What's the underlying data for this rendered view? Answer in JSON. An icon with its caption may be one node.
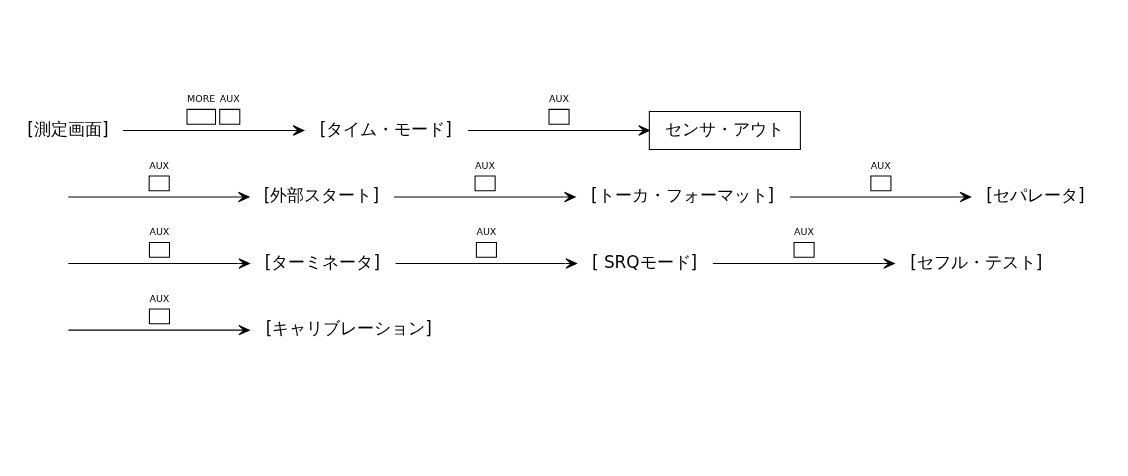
{
  "diagram": {
    "nodes": [
      {
        "text": [
          "[測定画面]"
        ]
      },
      {
        "text": [
          "[タイム・モード]"
        ]
      },
      {
        "text": [
          "センサ・アウト"
        ]
      },
      {
        "text": [
          "[外部スタート]"
        ]
      },
      {
        "text": [
          "[トーカ・フォーマット]"
        ]
      },
      {
        "text": [
          "[セパレータ]"
        ]
      },
      {
        "text": [
          "[ターミネータ]"
        ]
      },
      {
        "text": [
          "[ SRQモード]"
        ]
      },
      {
        "text": [
          "[セフル・テスト]"
        ]
      },
      {
        "text": [
          "[キャリブレーション]"
        ]
      }
    ],
    "edges": [
      {
        "from": 0,
        "to": 1,
        "arrow": "to",
        "label": "MORE AUX"
      },
      {
        "from": 1,
        "to": 2,
        "arrow": "to",
        "label": "AUX"
      },
      {
        "from": null,
        "to": 3,
        "arrow": "to",
        "label": "AUX"
      },
      {
        "from": 3,
        "to": 4,
        "arrow": "to",
        "label": "AUX"
      },
      {
        "from": 4,
        "to": 5,
        "arrow": "to",
        "label": "AUX"
      },
      {
        "from": null,
        "to": 6,
        "arrow": "to",
        "label": "AUX"
      },
      {
        "from": 6,
        "to": 7,
        "arrow": "to",
        "label": "AUX"
      },
      {
        "from": 7,
        "to": 8,
        "arrow": "to",
        "label": "AUX"
      },
      {
        "from": null,
        "to": 9,
        "arrow": "to",
        "label": "AUX"
      }
    ]
  }
}
